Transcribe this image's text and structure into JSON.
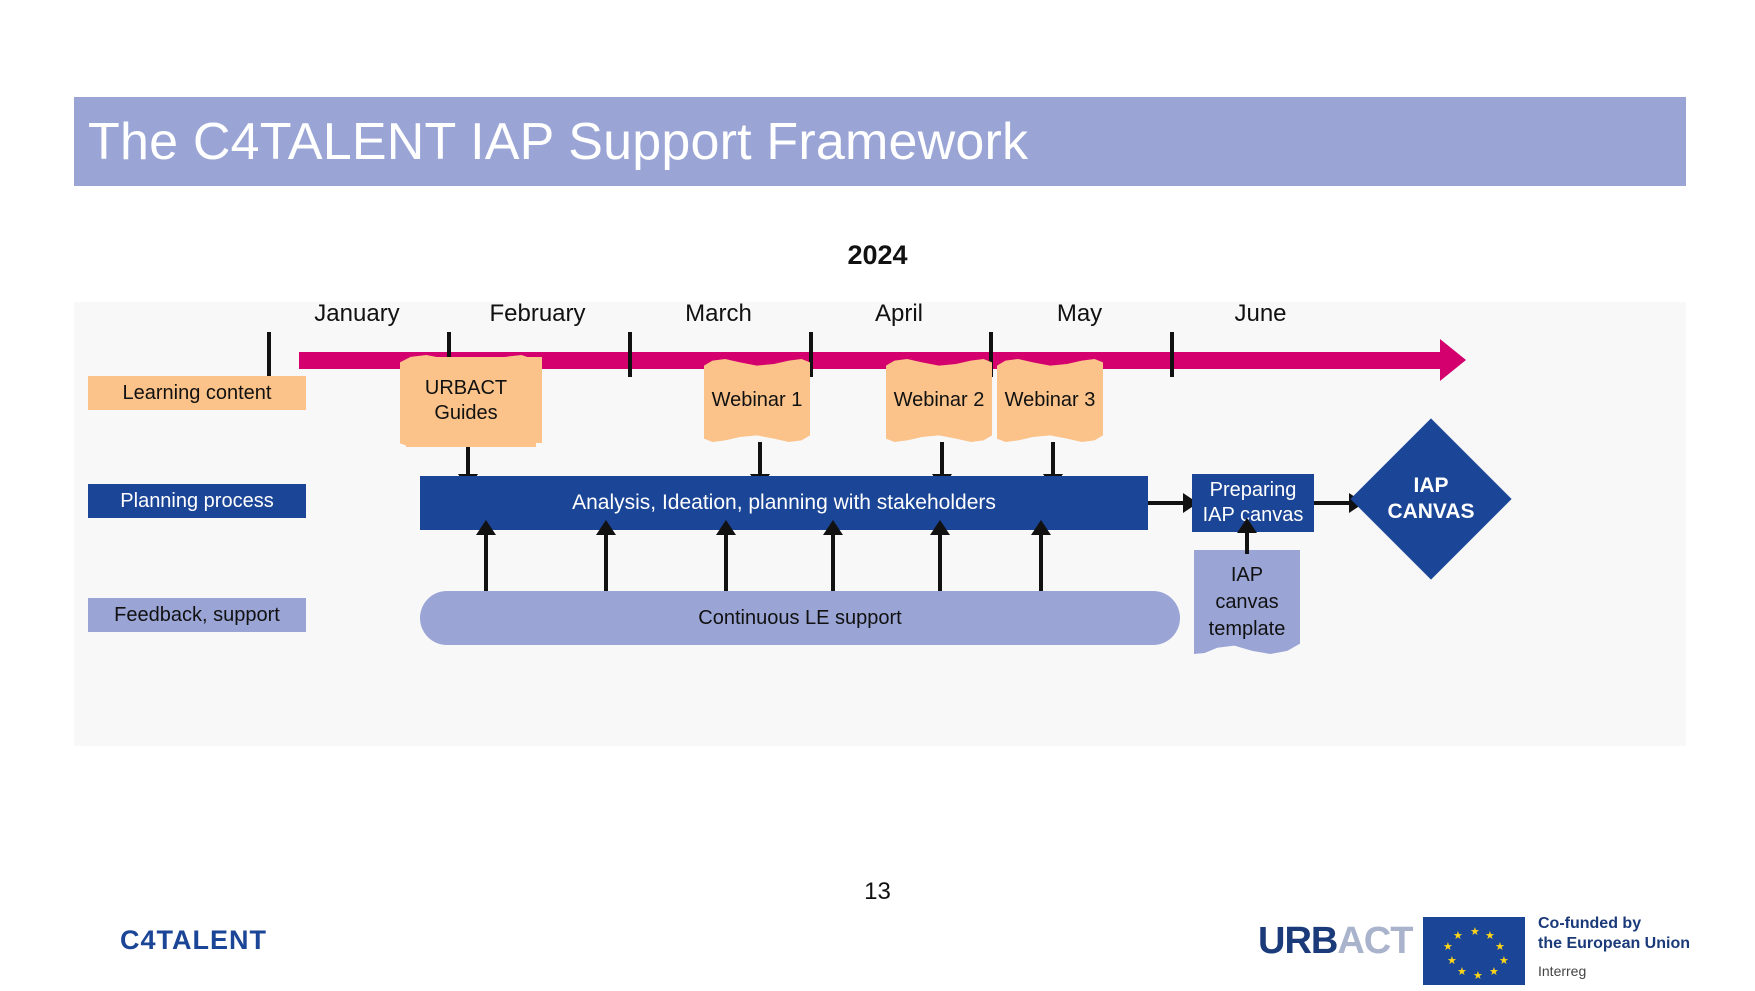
{
  "slide": {
    "title": "The C4TALENT IAP Support Framework",
    "year": "2024",
    "page_number": "13",
    "brand": "C4TALENT"
  },
  "colors": {
    "title_bar": "#9aa5d6",
    "timeline": "#d4006e",
    "learning": "#fbc38a",
    "planning": "#1b4596",
    "feedback": "#9aa5d6",
    "panel_bg": "#f8f8f9"
  },
  "timeline": {
    "months": [
      "January",
      "February",
      "March",
      "April",
      "May",
      "June"
    ]
  },
  "rows": {
    "learning": {
      "label": "Learning content"
    },
    "planning": {
      "label": "Planning process"
    },
    "feedback": {
      "label": "Feedback, support"
    }
  },
  "learning_items": [
    {
      "label": "URBACT Guides",
      "line1": "URBACT",
      "line2": "Guides"
    },
    {
      "label": "Webinar 1"
    },
    {
      "label": "Webinar 2"
    },
    {
      "label": "Webinar 3"
    }
  ],
  "planning_items": [
    {
      "label": "Analysis, Ideation, planning with stakeholders"
    },
    {
      "label": "Preparing IAP canvas",
      "line1": "Preparing",
      "line2": "IAP canvas"
    },
    {
      "label": "IAP CANVAS",
      "line1": "IAP",
      "line2": "CANVAS"
    }
  ],
  "feedback_items": [
    {
      "label": "Continuous LE support"
    },
    {
      "label": "IAP canvas template",
      "line1": "IAP",
      "line2": "canvas",
      "line3": "template"
    }
  ],
  "footer": {
    "urbact_part1": "URB",
    "urbact_part2": "ACT",
    "eu_line1": "Co-funded by",
    "eu_line2": "the European Union",
    "eu_sub": "Interreg"
  }
}
